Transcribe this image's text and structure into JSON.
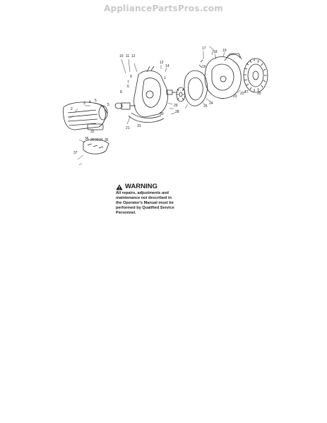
{
  "header": {
    "site_name": "AppliancePartsPros.com"
  },
  "diagram": {
    "callouts": [
      "17",
      "18",
      "19",
      "10",
      "11",
      "12",
      "12",
      "14",
      "16",
      "9",
      "7",
      "6",
      "8",
      "1",
      "2",
      "3",
      "4",
      "5",
      "5",
      "20",
      "21",
      "22",
      "23",
      "24",
      "25",
      "26",
      "27",
      "28",
      "29",
      "30",
      "31",
      "32",
      "33",
      "34",
      "35",
      "36",
      "37"
    ]
  },
  "warning": {
    "title": "WARNING",
    "lines": [
      "All repairs, adjustments and",
      "maintenance not described in",
      "the Operator's Manual must be",
      "performed by Qualified Service",
      "Personnel."
    ]
  }
}
